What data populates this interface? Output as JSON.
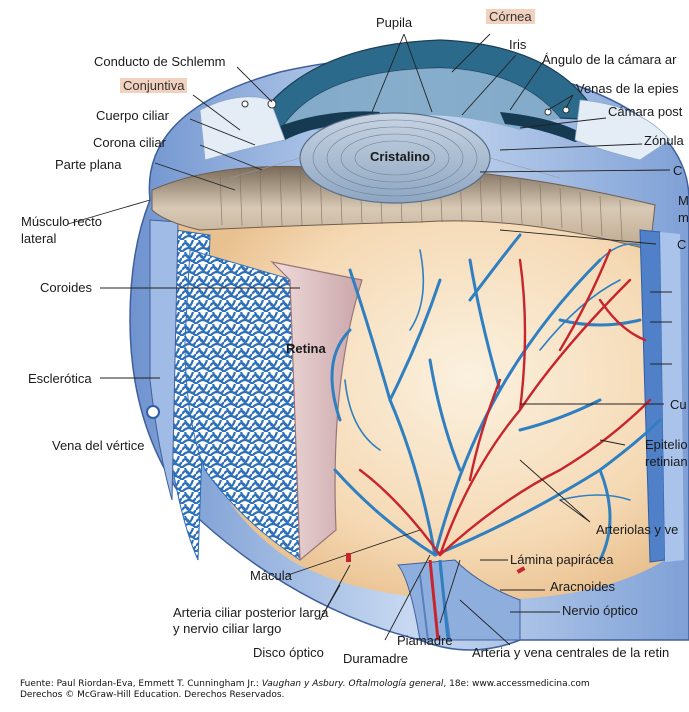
{
  "labels": {
    "pupila": "Pupila",
    "cornea": "Córnea",
    "iris": "Iris",
    "conducto_schlemm": "Conducto de Schlemm",
    "angulo_camara": "Ángulo de la cámara ar",
    "conjuntiva": "Conjuntiva",
    "venas_epies": "Venas de la epies",
    "cuerpo_ciliar": "Cuerpo ciliar",
    "camara_post": "Cámara post",
    "corona_ciliar": "Corona ciliar",
    "zonula": "Zónula",
    "parte_plana": "Parte plana",
    "musculo_recto_1": "Músculo recto",
    "musculo_recto_2": "lateral",
    "coroides": "Coroides",
    "esclerotica": "Esclerótica",
    "vena_vertice": "Vena del vértice",
    "macula": "Mácula",
    "arteria_ciliar_1": "Arteria ciliar posterior larga",
    "arteria_ciliar_2": "y nervio ciliar largo",
    "disco_optico": "Disco óptico",
    "duramadre": "Duramadre",
    "piamadre": "Piamadre",
    "arteria_vena_centrales": "Arteria y vena centrales de la retin",
    "nervio_optico": "Nervio óptico",
    "aracnoides": "Aracnoides",
    "lamina_papiracea": "Lámina papirácea",
    "arteriolas": "Arteriolas y ve",
    "epitelio_1": "Epitelio",
    "epitelio_2": "retinian",
    "cu": "Cu",
    "right_c1": "C",
    "right_m1": "M",
    "right_m2": "m",
    "right_c2": "C"
  },
  "inner_labels": {
    "cristalino": "Cristalino",
    "retina": "Retina"
  },
  "caption": {
    "fuente_prefix": "Fuente: Paul Riordan-Eva, Emmett T. Cunningham Jr.: ",
    "book": "Vaughan y Asbury. Oftalmología general",
    "fuente_suffix": ", 18e: www.accessmedicina.com",
    "derechos": "Derechos © McGraw-Hill Education. Derechos Reservados."
  },
  "colors": {
    "sclera": "#8aa8d8",
    "sclera_light": "#c9daf2",
    "choroid_blue": "#5b8fd0",
    "retina_bg": "#f6dfc1",
    "vein_blue": "#2f7fc1",
    "artery_red": "#c8242b",
    "lens": "#a9bcd3",
    "ciliary": "#c6b6a2",
    "cornea_dark": "#1f4f6b",
    "highlight": "#f2d1bf"
  }
}
